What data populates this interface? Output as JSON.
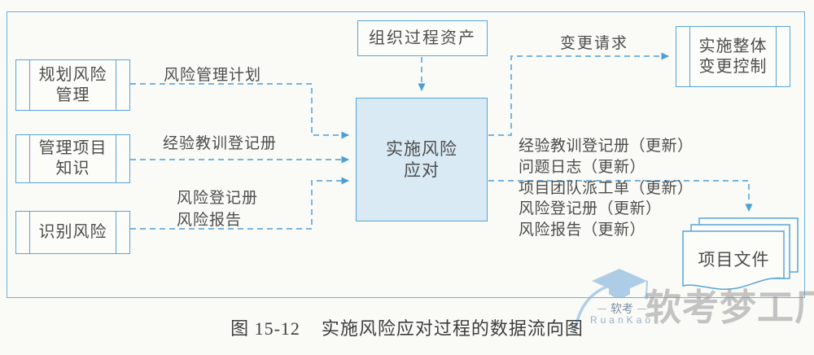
{
  "diagram": {
    "caption": {
      "prefix": "图 15-12",
      "title": "实施风险应对过程的数据流向图"
    },
    "center_process": {
      "line1": "实施风险",
      "line2": "应对"
    },
    "inputs": {
      "plan_risk": {
        "line1": "规划风险",
        "line2": "管理"
      },
      "manage_knowledge": {
        "line1": "管理项目",
        "line2": "知识"
      },
      "identify_risks": {
        "line1": "识别风险"
      },
      "opa": "组织过程资产"
    },
    "flow_labels": {
      "risk_management_plan": "风险管理计划",
      "lessons_learned_register": "经验教训登记册",
      "risk_register": "风险登记册",
      "risk_report": "风险报告",
      "change_request": "变更请求"
    },
    "targets": {
      "picc": {
        "line1": "实施整体",
        "line2": "变更控制"
      },
      "project_documents": "项目文件"
    },
    "outputs": [
      "经验教训登记册（更新）",
      "问题日志（更新）",
      "项目团队派工单（更新）",
      "风险登记册（更新）",
      "风险报告（更新）"
    ],
    "colors": {
      "line_blue": "#58a5da",
      "dash_blue": "#63abdf",
      "fill_blue": "#d9eaf5",
      "text_gray": "#4a4a4a"
    }
  },
  "watermark": {
    "brand_cn_small": "软考",
    "brand_latin": "RuanKao",
    "brand_cn_large": "软考梦工厂"
  }
}
